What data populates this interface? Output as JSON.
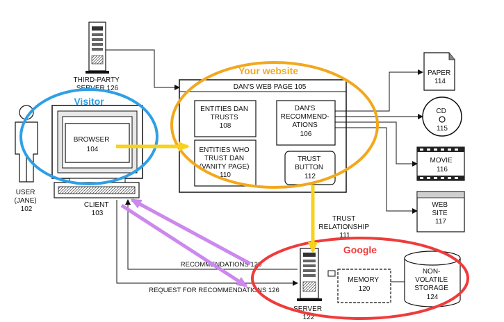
{
  "labels": {
    "third_party_server": [
      "THIRD-PARTY",
      "SERVER  126"
    ],
    "user": [
      "USER",
      "(JANE)",
      "102"
    ],
    "client": [
      "CLIENT",
      "103"
    ],
    "browser": [
      "BROWSER",
      "104"
    ],
    "web_page_title": "DAN'S WEB PAGE  105",
    "entities_dan_trusts": [
      "ENTITIES DAN",
      "TRUSTS",
      "108"
    ],
    "entities_who_trust_dan": [
      "ENTITIES WHO",
      "TRUST DAN",
      "(VANITY PAGE)",
      "110"
    ],
    "dans_recommendations": [
      "DAN'S",
      "RECOMMEND-",
      "ATIONS",
      "106"
    ],
    "trust_button": [
      "TRUST",
      "BUTTON",
      "112"
    ],
    "paper": [
      "PAPER",
      "114"
    ],
    "cd": [
      "CD",
      "115"
    ],
    "movie": [
      "MOVIE",
      "116"
    ],
    "web_site": [
      "WEB",
      "SITE",
      "117"
    ],
    "trust_relationship": [
      "TRUST",
      "RELATIONSHIP",
      "111"
    ],
    "recommendations": "RECOMMENDATIONS  128",
    "request_for_recommendations": "REQUEST FOR RECOMMENDATIONS  126",
    "memory": [
      "MEMORY",
      "120"
    ],
    "non_volatile_storage": [
      "NON-",
      "VOLATILE",
      "STORAGE",
      "124"
    ],
    "server": [
      "SERVER",
      "122"
    ]
  },
  "overlays": {
    "visitor": "Visitor",
    "your_website": "Your website",
    "google": "Google"
  },
  "colors": {
    "visitor": "#2f9fe6",
    "your_website": "#f2a81d",
    "google": "#ef3b3b",
    "arrow_yellow": "#f7d11a",
    "arrow_purple": "#cc88ee",
    "line": "#111111"
  }
}
